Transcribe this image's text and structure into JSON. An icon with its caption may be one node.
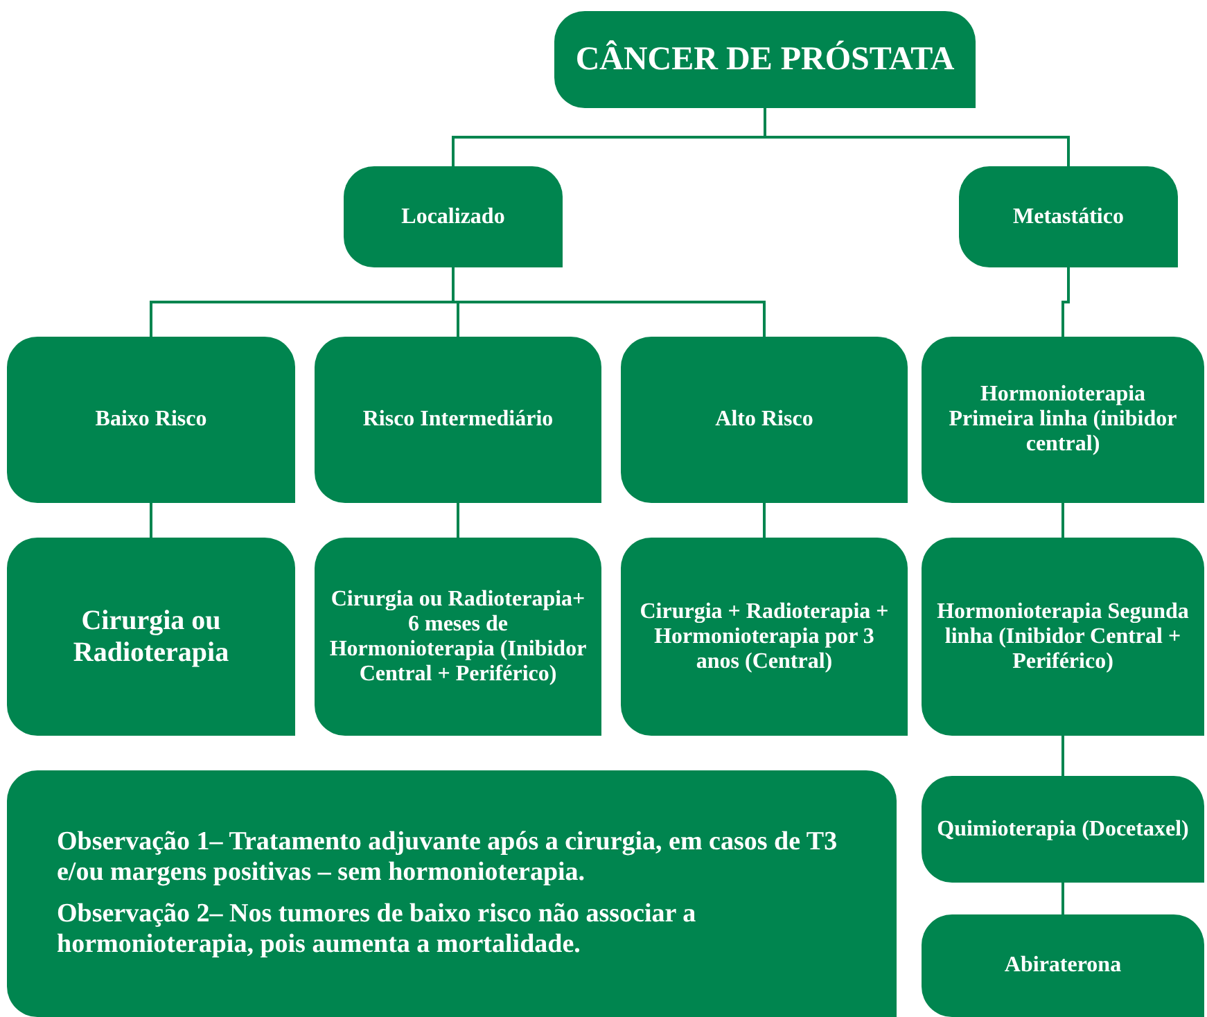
{
  "diagram": {
    "nodes": [
      {
        "text": [
          "CÂNCER DE PRÓSTATA"
        ]
      },
      {
        "text": [
          "Localizado"
        ]
      },
      {
        "text": [
          "Metastático"
        ]
      },
      {
        "text": [
          "Baixo Risco"
        ]
      },
      {
        "text": [
          "Risco Intermediário"
        ]
      },
      {
        "text": [
          "Alto Risco"
        ]
      },
      {
        "text": [
          "Hormonioterapia Primeira linha (inibidor central)"
        ]
      },
      {
        "text": [
          "Cirurgia ou Radioterapia"
        ]
      },
      {
        "text": [
          "Cirurgia ou Radioterapia+ 6 meses de Hormonioterapia (Inibidor Central + Periférico)"
        ]
      },
      {
        "text": [
          "Cirurgia + Radioterapia + Hormonioterapia por 3 anos (Central)"
        ]
      },
      {
        "text": [
          "Hormonioterapia Segunda linha (Inibidor Central + Periférico)"
        ]
      },
      {
        "text": [
          "Observação 1– Tratamento adjuvante após a cirurgia, em casos de T3 e/ou margens positivas – sem hormonioterapia.",
          "Observação 2– Nos tumores de baixo risco não associar a hormonioterapia, pois aumenta a mortalidade."
        ]
      },
      {
        "text": [
          "Quimioterapia (Docetaxel)"
        ]
      },
      {
        "text": [
          "Abiraterona"
        ]
      }
    ],
    "edges": [
      {
        "from": 0,
        "to": 1,
        "arrow": "none"
      },
      {
        "from": 0,
        "to": 2,
        "arrow": "none"
      },
      {
        "from": 1,
        "to": 3,
        "arrow": "none"
      },
      {
        "from": 1,
        "to": 4,
        "arrow": "none"
      },
      {
        "from": 1,
        "to": 5,
        "arrow": "none"
      },
      {
        "from": 2,
        "to": 6,
        "arrow": "none"
      },
      {
        "from": 3,
        "to": 7,
        "arrow": "none"
      },
      {
        "from": 4,
        "to": 8,
        "arrow": "none"
      },
      {
        "from": 5,
        "to": 9,
        "arrow": "none"
      },
      {
        "from": 6,
        "to": 10,
        "arrow": "none"
      },
      {
        "from": 10,
        "to": 12,
        "arrow": "none"
      },
      {
        "from": 12,
        "to": 13,
        "arrow": "none"
      }
    ]
  }
}
